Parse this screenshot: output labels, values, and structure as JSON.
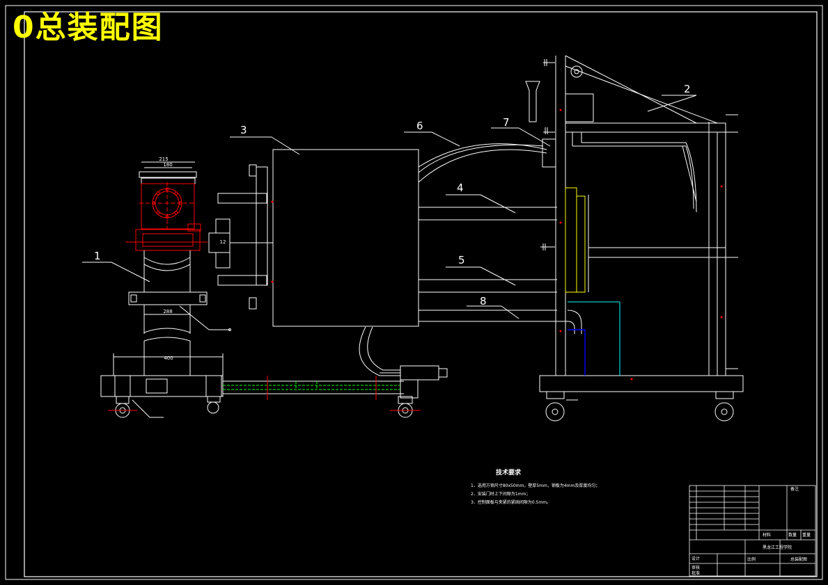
{
  "title": "0总装配图",
  "part_labels": [
    "1",
    "2",
    "3",
    "4",
    "5",
    "6",
    "7",
    "8"
  ],
  "dimensions": {
    "flange_outer": "215",
    "flange_inner": "180",
    "clamp_width": "288",
    "base_width": "400",
    "fitting_size": "12"
  },
  "technical_requirements": {
    "heading": "技术要求",
    "items": [
      "1、选用方钢尺寸80x50mm，壁厚5mm，钢板为4mm及厚度均匀；",
      "2、安装门时上下间隙为1mm；",
      "3、控制面板与夹紧的紧固间隙为0.5mm。"
    ]
  },
  "title_block": {
    "school": "黑龙江工程学院",
    "drawing_name": "总装配图",
    "material_label": "材料",
    "scale_label": "比例",
    "quantity_label": "数量",
    "weight_label": "重量",
    "remark_label": "备注",
    "designer_label": "设计",
    "checker_label": "审核",
    "approver_label": "批准"
  },
  "colors": {
    "background": "#000000",
    "line": "#ffffff",
    "title": "#ffff00",
    "highlight": "#ff0000",
    "green": "#00ff00",
    "blue": "#0000ff",
    "cyan": "#00ffff",
    "yellow": "#ffff00"
  }
}
